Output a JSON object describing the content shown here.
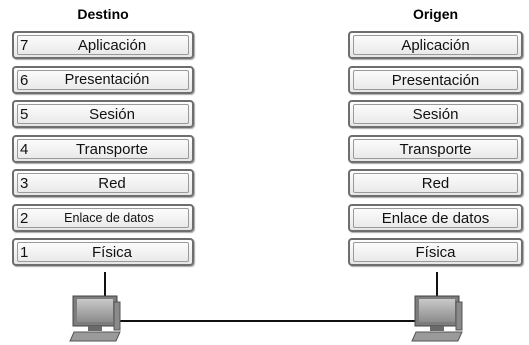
{
  "diagram": {
    "left": {
      "title": "Destino",
      "layers": [
        {
          "num": "7",
          "name": "Aplicación"
        },
        {
          "num": "6",
          "name": "Presentación"
        },
        {
          "num": "5",
          "name": "Sesión"
        },
        {
          "num": "4",
          "name": "Transporte"
        },
        {
          "num": "3",
          "name": "Red"
        },
        {
          "num": "2",
          "name": "Enlace de datos"
        },
        {
          "num": "1",
          "name": "Física"
        }
      ]
    },
    "right": {
      "title": "Origen",
      "layers": [
        {
          "name": "Aplicación"
        },
        {
          "name": "Presentación"
        },
        {
          "name": "Sesión"
        },
        {
          "name": "Transporte"
        },
        {
          "name": "Red"
        },
        {
          "name": "Enlace de datos"
        },
        {
          "name": "Física"
        }
      ]
    },
    "icons": [
      "computer-icon",
      "computer-icon"
    ]
  }
}
